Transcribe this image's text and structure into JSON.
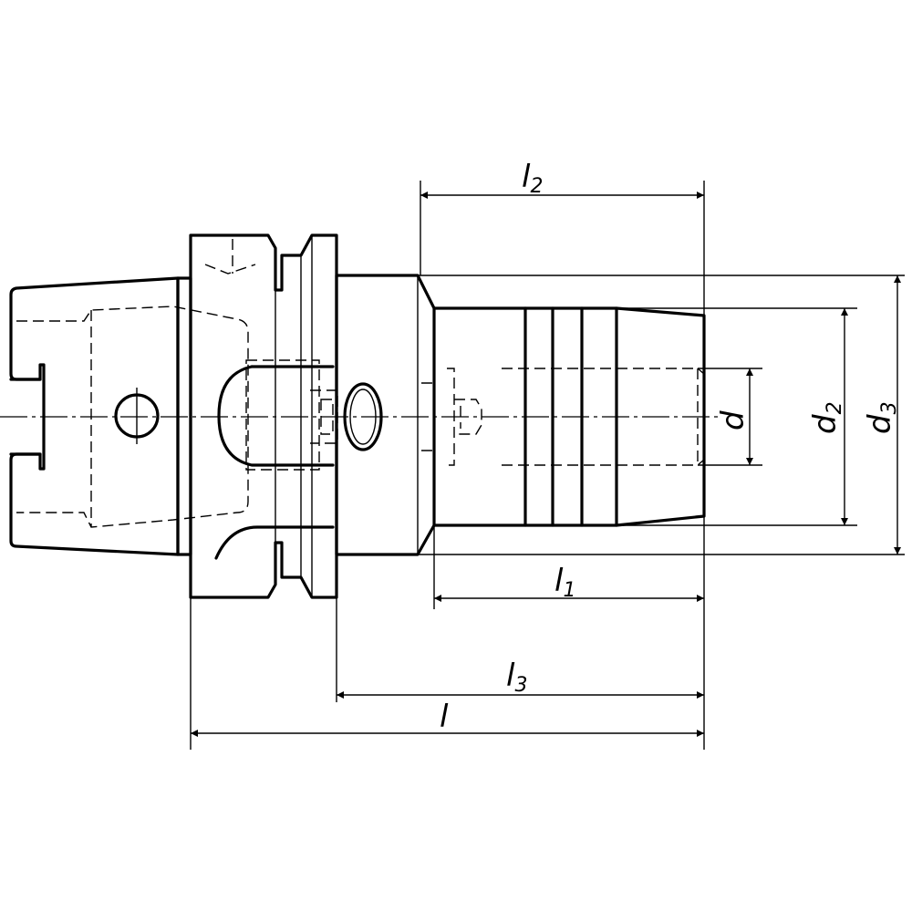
{
  "dimensions": {
    "l2": {
      "main": "l",
      "sub": "2"
    },
    "l1": {
      "main": "l",
      "sub": "1"
    },
    "l3": {
      "main": "l",
      "sub": "3"
    },
    "l": {
      "main": "l"
    },
    "d": {
      "main": "d"
    },
    "d2": {
      "main": "d",
      "sub": "2"
    },
    "d3": {
      "main": "d",
      "sub": "3"
    }
  },
  "colors": {
    "line": "#000000",
    "background": "#ffffff"
  }
}
